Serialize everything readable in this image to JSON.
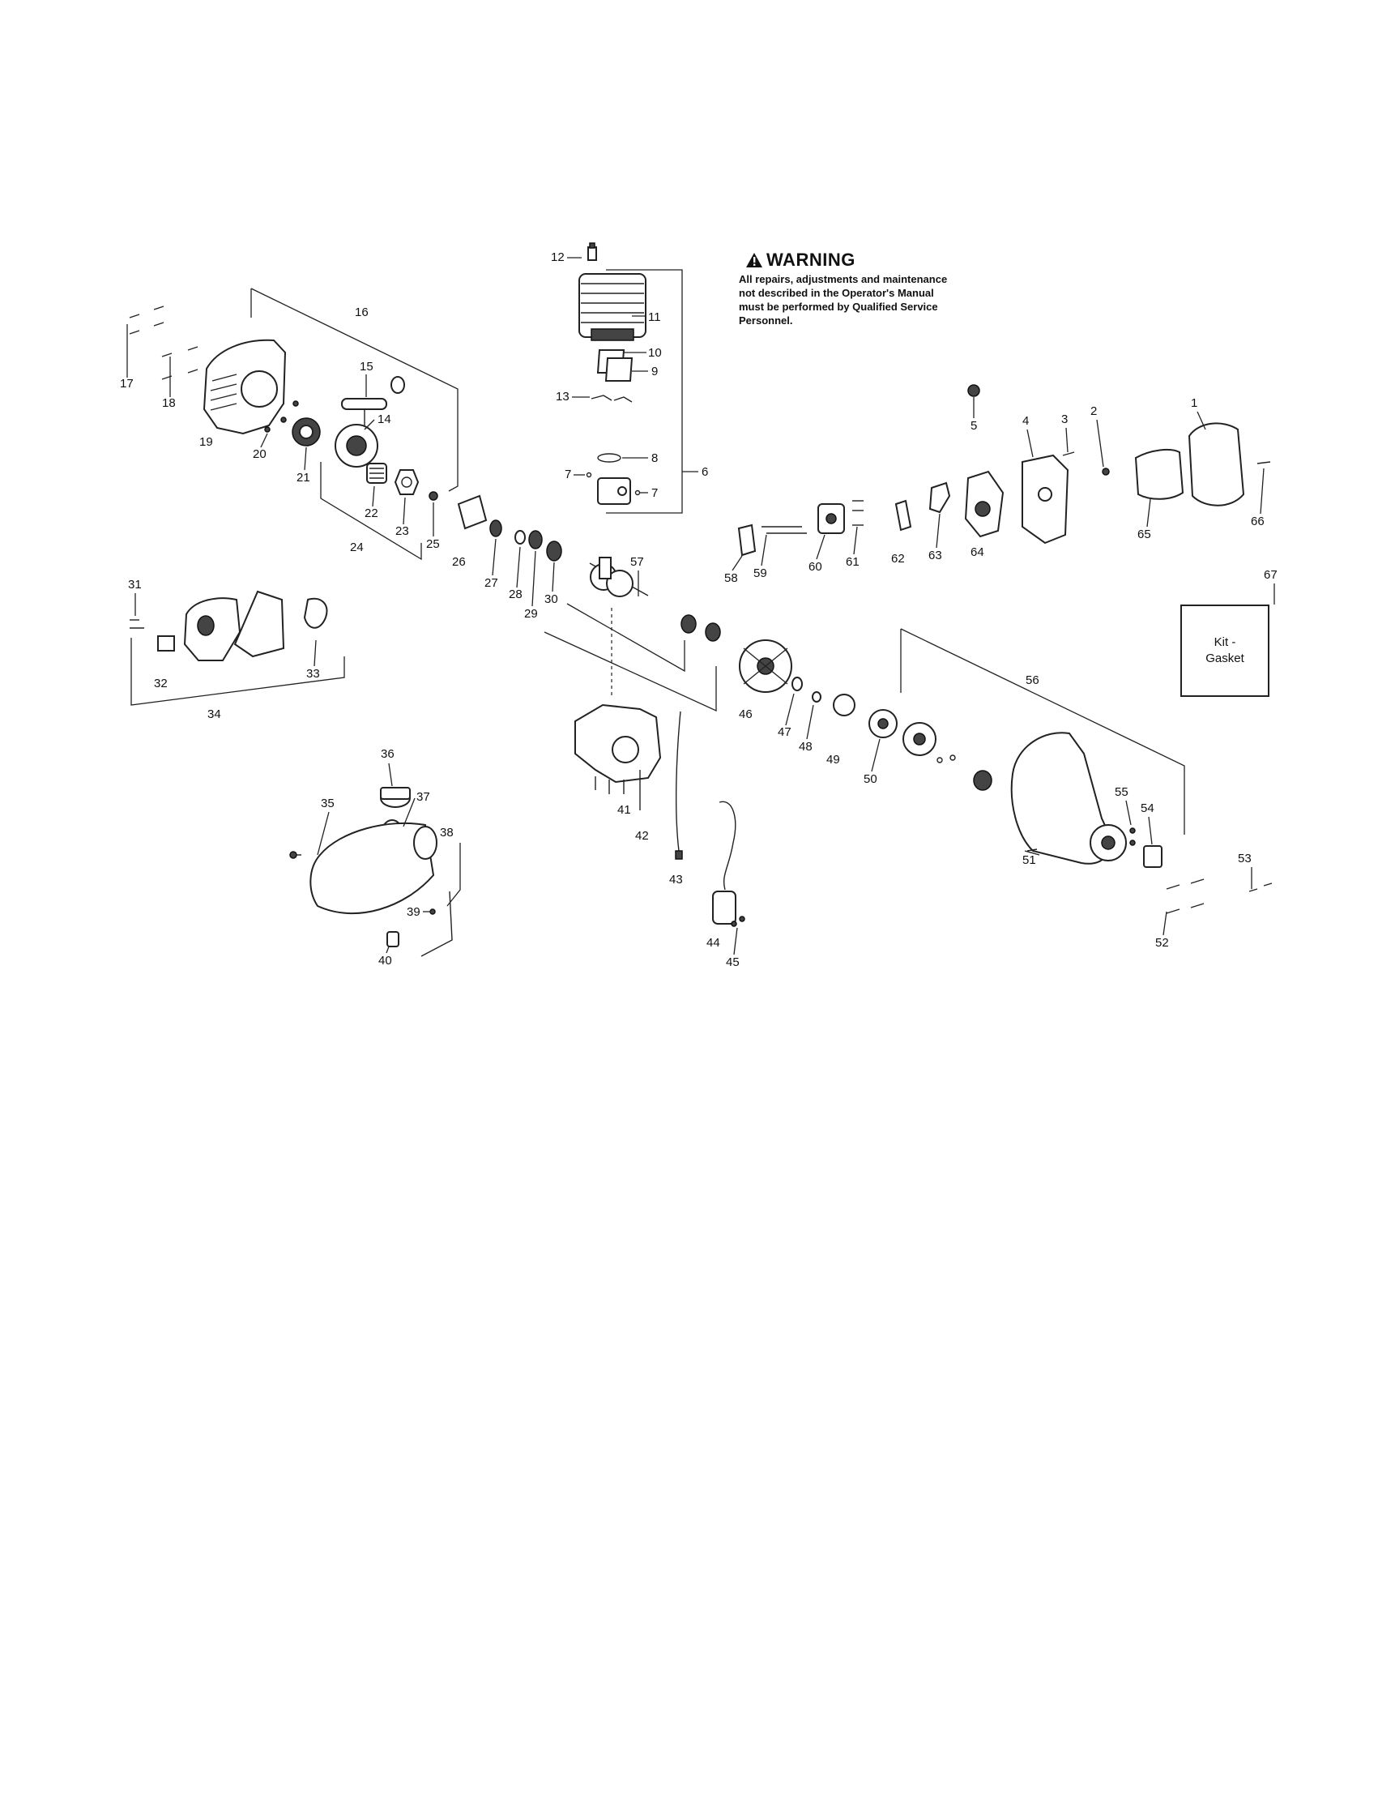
{
  "warning": {
    "title": "WARNING",
    "text": "All repairs, adjustments and maintenance not described in the Operator's Manual must be performed by Qualified Service Personnel."
  },
  "kit_box": {
    "line1": "Kit -",
    "line2": "Gasket"
  },
  "callouts": {
    "c1": "1",
    "c2": "2",
    "c3": "3",
    "c4": "4",
    "c5": "5",
    "c6": "6",
    "c7a": "7",
    "c7b": "7",
    "c8": "8",
    "c9": "9",
    "c10": "10",
    "c11": "11",
    "c12": "12",
    "c13": "13",
    "c14": "14",
    "c15": "15",
    "c16": "16",
    "c17": "17",
    "c18": "18",
    "c19": "19",
    "c20": "20",
    "c21": "21",
    "c22": "22",
    "c23": "23",
    "c24": "24",
    "c25": "25",
    "c26": "26",
    "c27": "27",
    "c28": "28",
    "c29": "29",
    "c30": "30",
    "c31": "31",
    "c32": "32",
    "c33": "33",
    "c34": "34",
    "c35": "35",
    "c36": "36",
    "c37": "37",
    "c38": "38",
    "c39": "39",
    "c40": "40",
    "c41": "41",
    "c42": "42",
    "c43": "43",
    "c44": "44",
    "c45": "45",
    "c46": "46",
    "c47": "47",
    "c48": "48",
    "c49": "49",
    "c50": "50",
    "c51": "51",
    "c52": "52",
    "c53": "53",
    "c54": "54",
    "c55": "55",
    "c56": "56",
    "c57": "57",
    "c58": "58",
    "c59": "59",
    "c60": "60",
    "c61": "61",
    "c62": "62",
    "c63": "63",
    "c64": "64",
    "c65": "65",
    "c66": "66",
    "c67": "67"
  }
}
